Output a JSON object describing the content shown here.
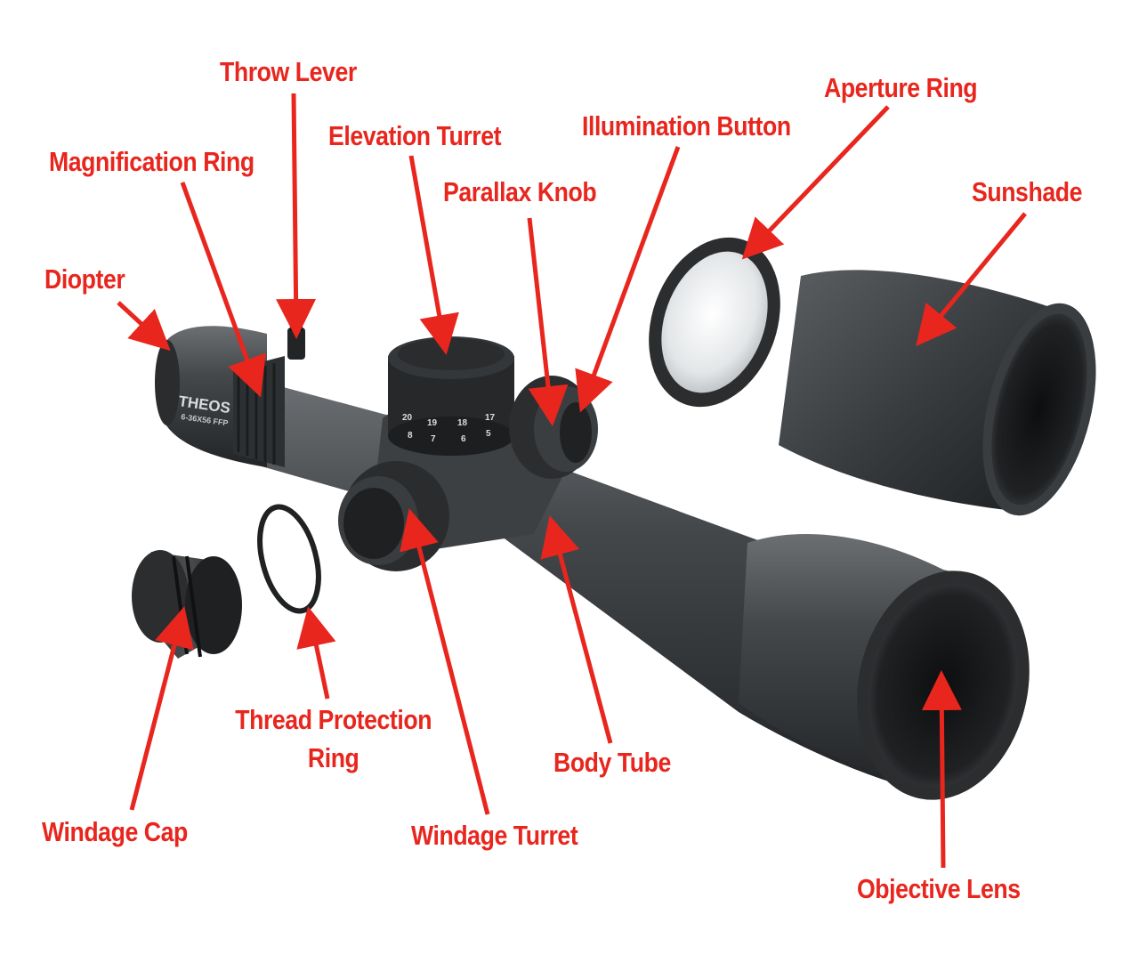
{
  "colors": {
    "label": "#e8261e",
    "scope_body": "#3a3d3f",
    "scope_dark": "#1e2022",
    "background": "#ffffff"
  },
  "labels": {
    "throw_lever": "Throw Lever",
    "aperture_ring": "Aperture Ring",
    "elevation_turret": "Elevation Turret",
    "illumination_button": "Illumination Button",
    "magnification_ring": "Magnification Ring",
    "sunshade": "Sunshade",
    "parallax_knob": "Parallax Knob",
    "diopter": "Diopter",
    "thread_protection_ring_line1": "Thread Protection",
    "thread_protection_ring_line2": "Ring",
    "body_tube": "Body Tube",
    "windage_cap": "Windage Cap",
    "windage_turret": "Windage Turret",
    "objective_lens": "Objective Lens"
  },
  "product": {
    "brand": "THEOS",
    "model": "6-36X56 FFP"
  }
}
